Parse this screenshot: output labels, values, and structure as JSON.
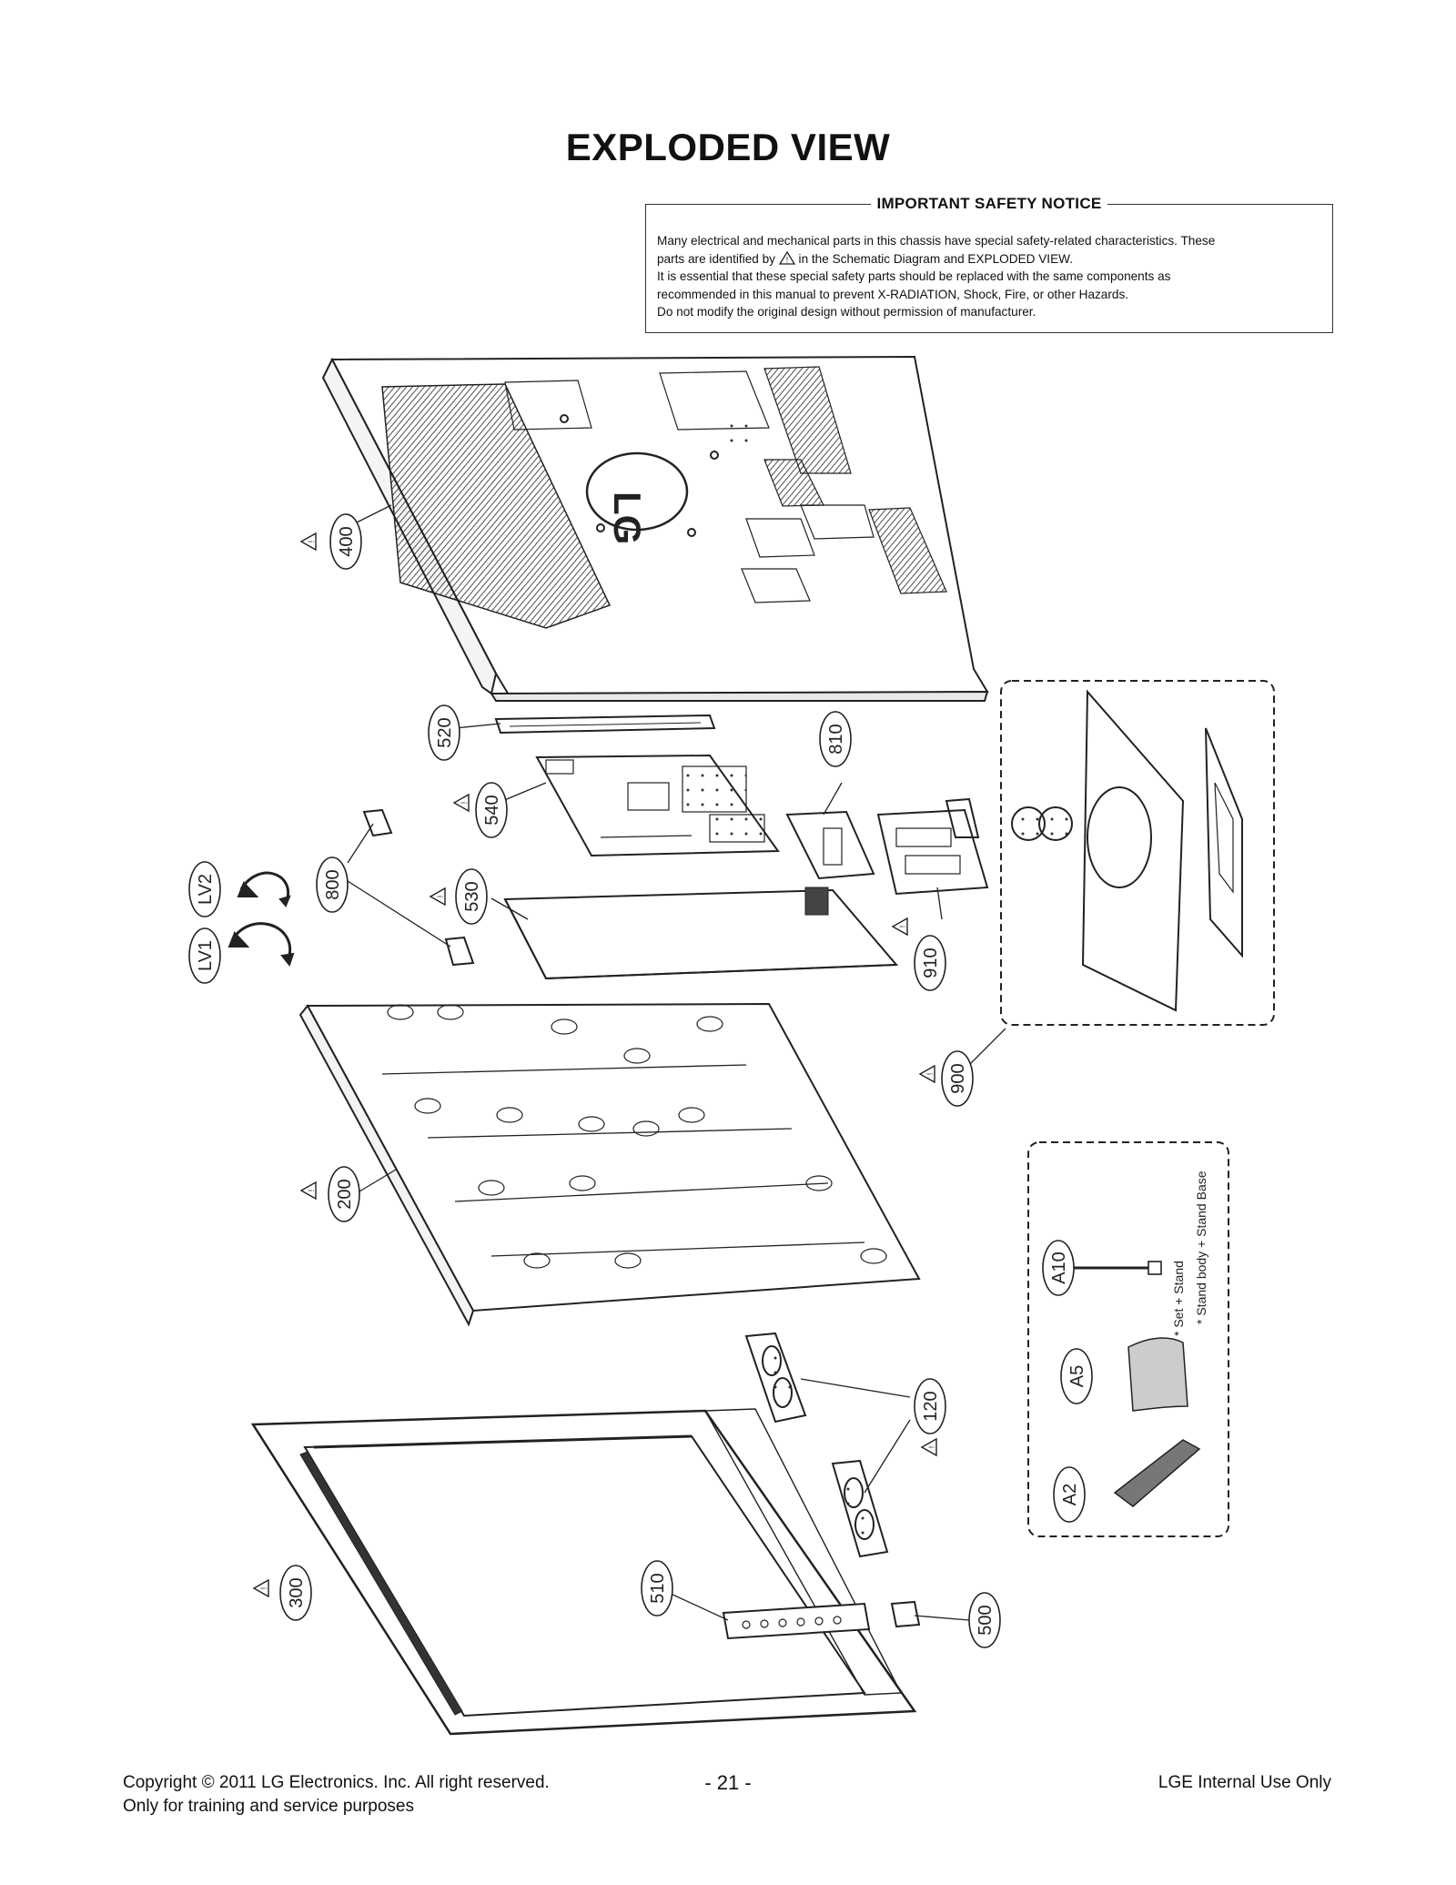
{
  "title": "EXPLODED VIEW",
  "notice": {
    "heading": "IMPORTANT SAFETY NOTICE",
    "line1": "Many electrical and mechanical parts in this chassis have special safety-related characteristics. These",
    "line2_pre": "parts are identified by",
    "line2_post": "in the Schematic Diagram and EXPLODED VIEW.",
    "line3": "It is essential that these special safety parts should be replaced with the same components as",
    "line4": "recommended in this manual to prevent X-RADIATION, Shock, Fire, or other Hazards.",
    "line5": "Do not modify the original design without permission of manufacturer."
  },
  "parts": {
    "p400": "400",
    "p520": "520",
    "p540": "540",
    "p810": "810",
    "p800": "800",
    "p530": "530",
    "pLV2": "LV2",
    "pLV1": "LV1",
    "p910": "910",
    "p900": "900",
    "p200": "200",
    "p120": "120",
    "p300": "300",
    "p510": "510",
    "p500": "500",
    "pA10": "A10",
    "pA5": "A5",
    "pA2": "A2"
  },
  "logo_text": "LG",
  "accessory_notes": {
    "note1": "* Set + Stand",
    "note2": "* Stand body + Stand Base"
  },
  "footer": {
    "copyright": "Copyright  © 2011 LG Electronics. Inc. All right reserved.",
    "training": "Only for training and service purposes",
    "page_number": "- 21 -",
    "internal": "LGE Internal Use Only"
  }
}
